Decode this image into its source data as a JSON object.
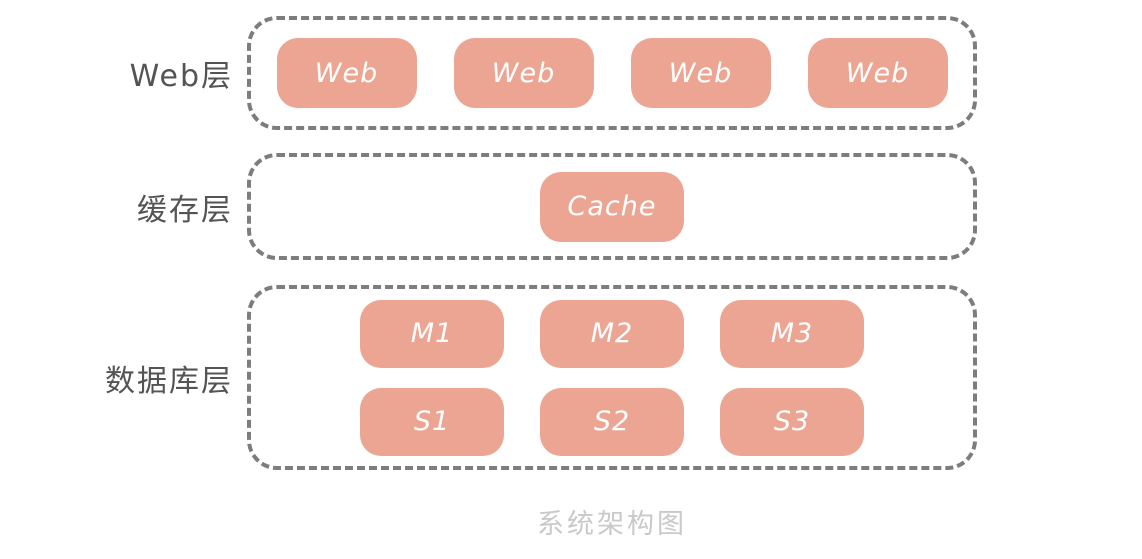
{
  "title": "系统架构图",
  "colors": {
    "node_fill": "#eca592",
    "node_text": "#ffffff",
    "dashed_border": "#7d7d7d",
    "label_text": "#555353",
    "title_text": "#c9c9c9",
    "background": "#ffffff"
  },
  "layers": [
    {
      "label": "Web层",
      "nodes": [
        "Web",
        "Web",
        "Web",
        "Web"
      ]
    },
    {
      "label": "缓存层",
      "nodes": [
        "Cache"
      ]
    },
    {
      "label": "数据库层",
      "rows": [
        [
          "M1",
          "M2",
          "M3"
        ],
        [
          "S1",
          "S2",
          "S3"
        ]
      ]
    }
  ]
}
